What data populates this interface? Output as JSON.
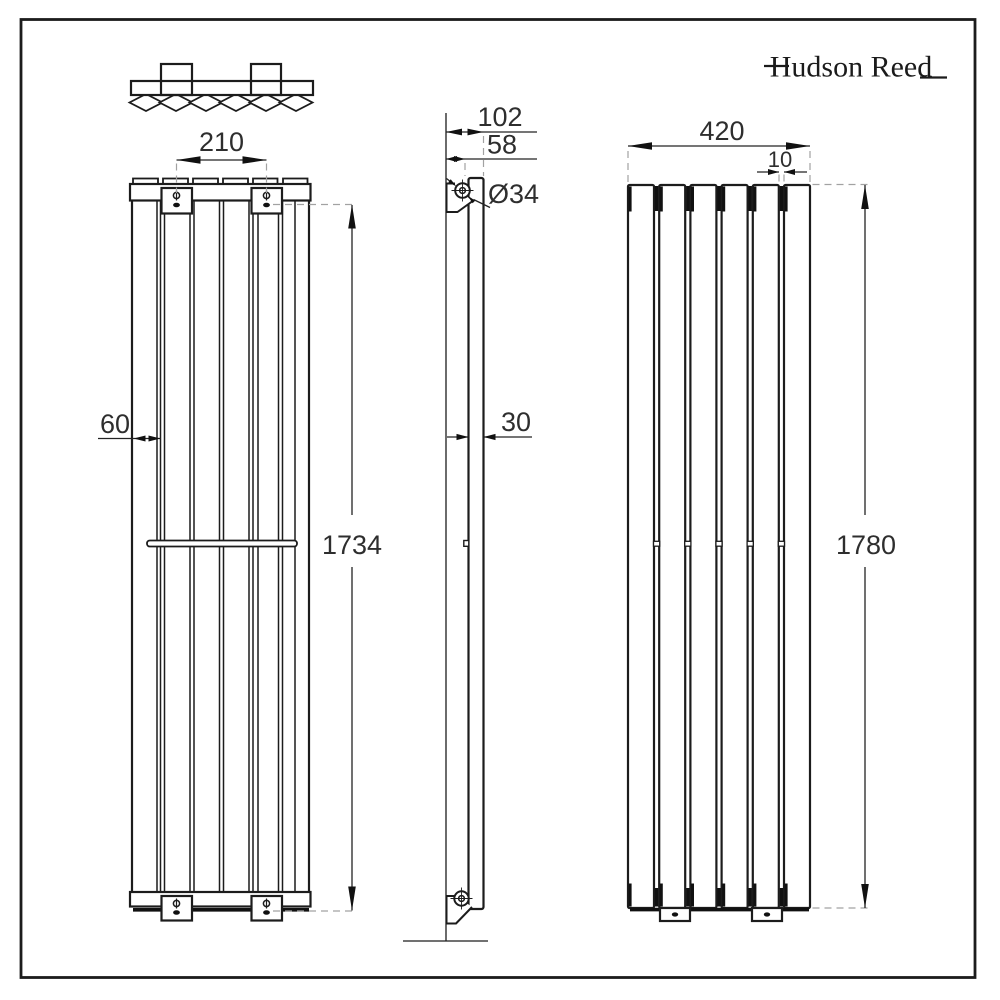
{
  "brand": {
    "name": "Hudson Reed"
  },
  "drawing": {
    "type": "radiator-technical-drawing",
    "views": [
      "top-section",
      "rear-elevation",
      "side-elevation",
      "front-elevation"
    ]
  },
  "dimensions": {
    "bracket_spacing": "210",
    "column_width": "60",
    "bracket_centres_height": "1734",
    "overall_depth": "102",
    "wall_to_panel": "58",
    "inlet_diameter": "Ø34",
    "panel_thickness": "30",
    "overall_width": "420",
    "panel_gap": "10",
    "overall_height": "1780"
  }
}
